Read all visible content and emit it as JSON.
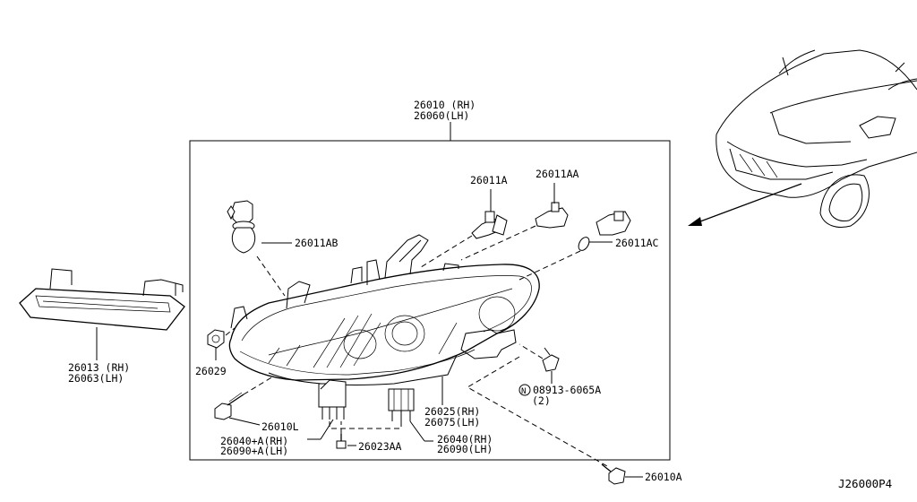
{
  "diagram_code": "J26000P4",
  "assembly": {
    "rh": "26010 (RH)",
    "lh": "26060(LH)"
  },
  "parts": {
    "bulb_26011A": "26011A",
    "bulb_26011AA": "26011AA",
    "bulb_26011AB": "26011AB",
    "bulb_26011AC": "26011AC",
    "socket_26029": "26029",
    "screw_26010L": "26010L",
    "trim_rh": "26013 (RH)",
    "trim_lh": "26063(LH)",
    "module_a_rh": "26040+A(RH)",
    "module_a_lh": "26090+A(LH)",
    "screw_26023AA": "26023AA",
    "module_rh": "26040(RH)",
    "module_lh": "26090(LH)",
    "cover_rh": "26025(RH)",
    "cover_lh": "26075(LH)",
    "nut_n_symbol": "N",
    "nut_part": "08913-6065A",
    "nut_qty": "(2)",
    "screw_26010A": "26010A"
  }
}
